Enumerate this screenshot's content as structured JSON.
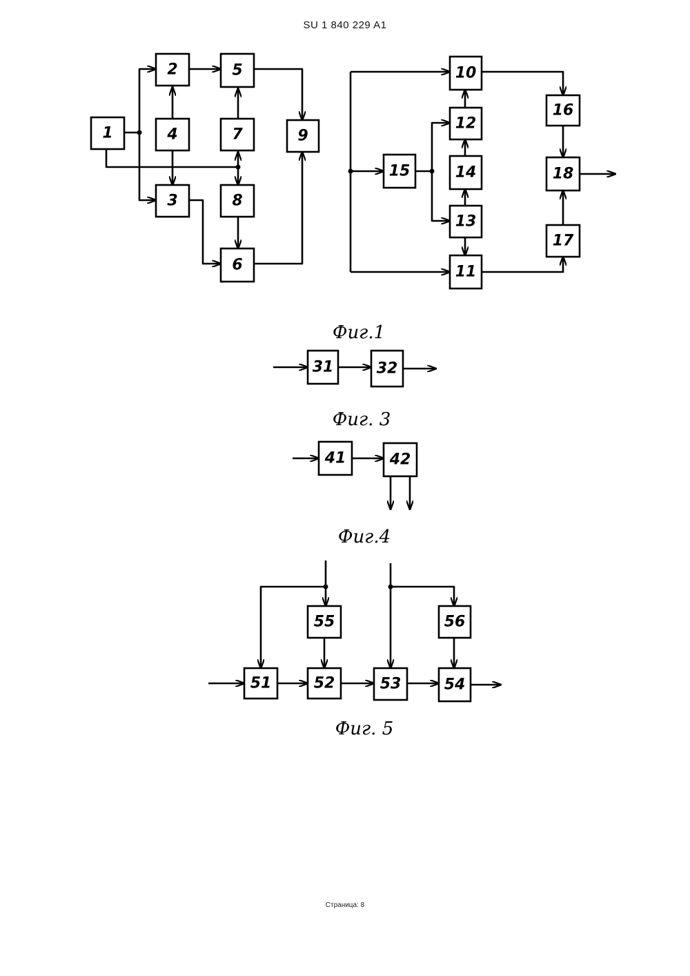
{
  "header": {
    "patent_id": "SU   1 840 229  A1"
  },
  "footer": {
    "page_label": "Страница: 8"
  },
  "figures": {
    "fig1": {
      "caption": "Фиг.1",
      "blocks": [
        "1",
        "2",
        "3",
        "4",
        "5",
        "6",
        "7",
        "8",
        "9",
        "10",
        "11",
        "12",
        "13",
        "14",
        "15",
        "16",
        "17",
        "18"
      ]
    },
    "fig3": {
      "caption": "Фиг. 3",
      "blocks": [
        "31",
        "32"
      ]
    },
    "fig4": {
      "caption": "Фиг.4",
      "blocks": [
        "41",
        "42"
      ]
    },
    "fig5": {
      "caption": "Фиг. 5",
      "blocks": [
        "51",
        "52",
        "53",
        "54",
        "55",
        "56"
      ]
    }
  }
}
